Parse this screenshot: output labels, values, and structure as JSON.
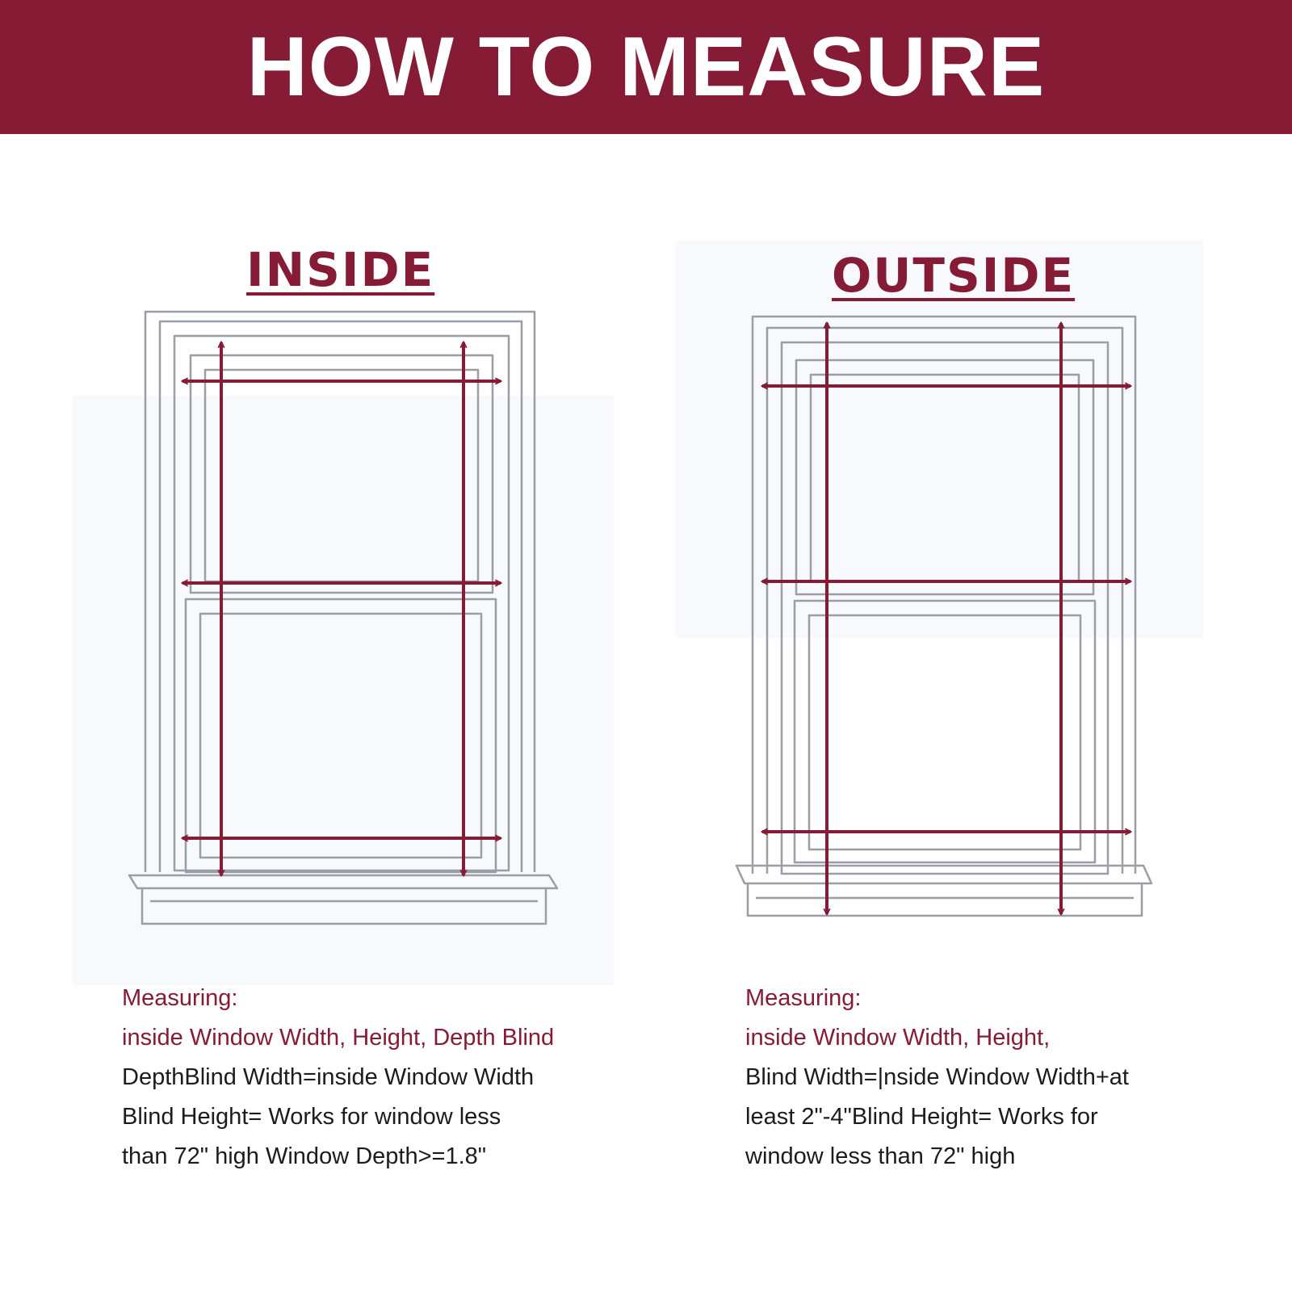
{
  "header": {
    "title": "HOW TO MEASURE"
  },
  "colors": {
    "accent": "#861b36",
    "background": "#ffffff",
    "frame_line": "#9a9ea6"
  },
  "inside": {
    "title": "INSIDE",
    "heading": "Measuring:",
    "subheading": "inside Window Width, Height, Depth Blind",
    "lines": [
      "DepthBlind Width=inside Window Width",
      "Blind Height= Works for window less",
      "than 72\" high Window Depth>=1.8\""
    ]
  },
  "outside": {
    "title": "OUTSIDE",
    "heading": "Measuring:",
    "subheading": "inside Window Width, Height,",
    "lines": [
      "Blind Width=|nside Window Width+at",
      "least 2\"-4\"Blind Height= Works for",
      "window less than 72\" high"
    ]
  }
}
